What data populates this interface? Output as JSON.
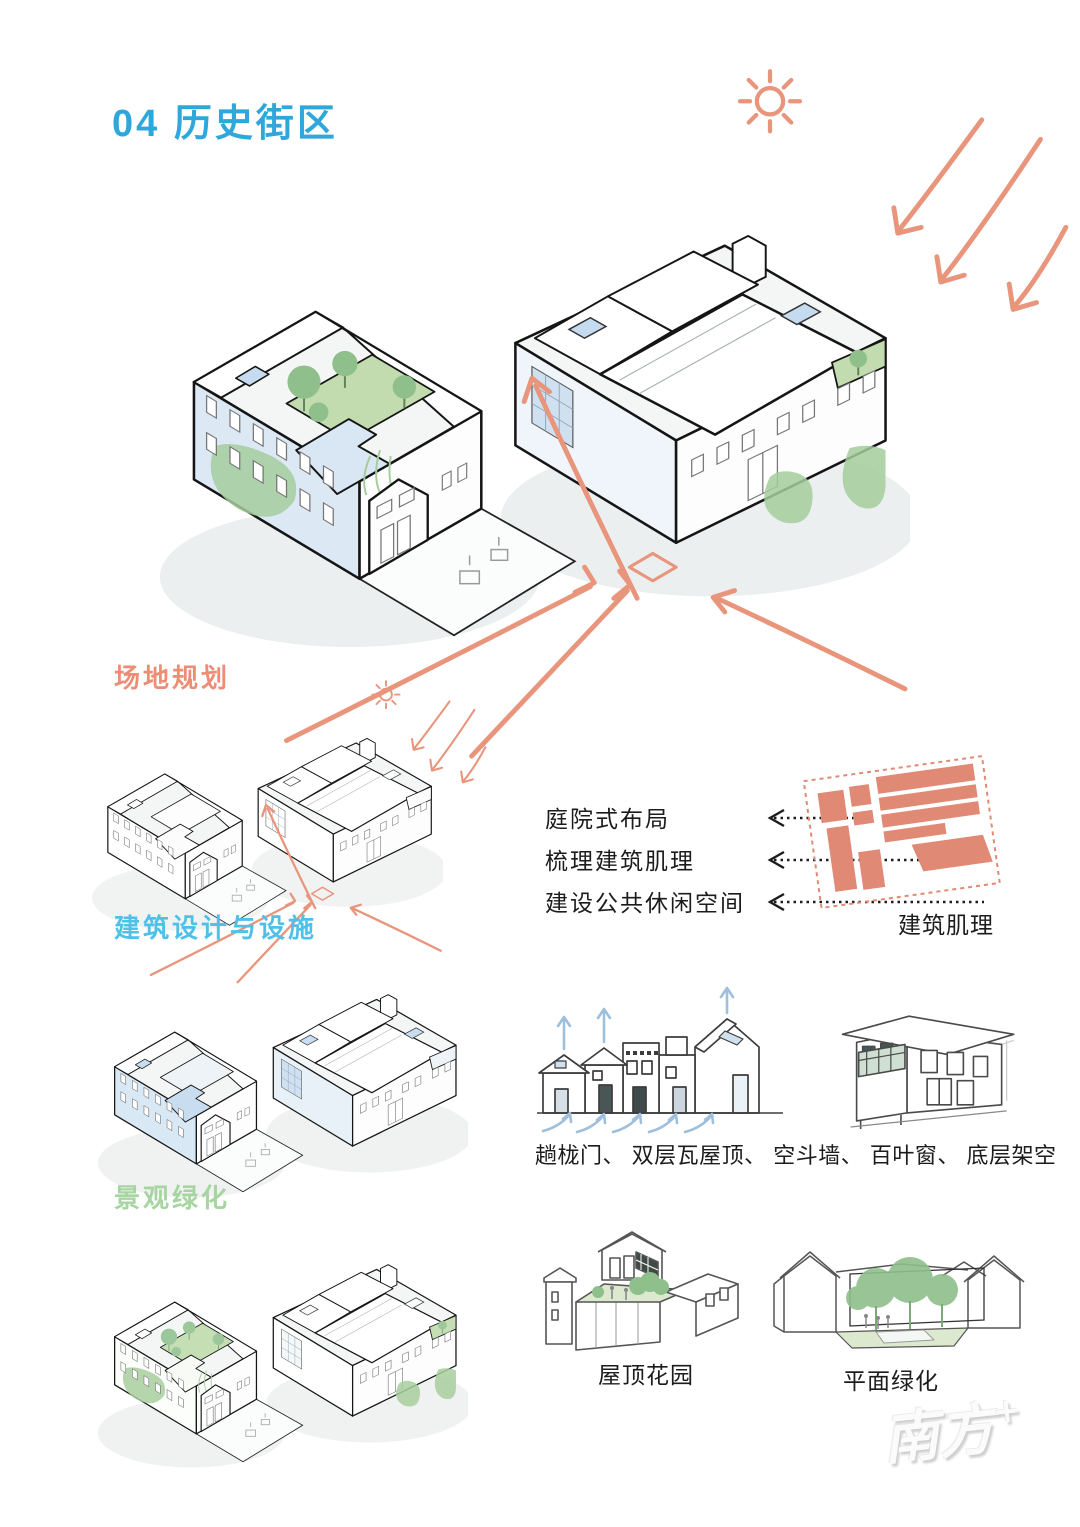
{
  "page": {
    "title": "04 历史街区",
    "watermark": "南方",
    "watermark_plus": "+"
  },
  "sections": {
    "site_planning": {
      "label": "场地规划"
    },
    "architecture": {
      "label": "建筑设计与设施",
      "caption": "趟栊门、 双层瓦屋顶、 空斗墙、 百叶窗、 底层架空"
    },
    "landscape": {
      "label": "景观绿化",
      "caption_roof_garden": "屋顶花园",
      "caption_plane_greening": "平面绿化"
    }
  },
  "annotations": {
    "items": [
      "庭院式布局",
      "梳理建筑肌理",
      "建设公共休闲空间"
    ],
    "texture_label": "建筑肌理"
  },
  "colors": {
    "title_blue": "#2EA7DB",
    "section_orange": "#EE8D75",
    "section_cyan": "#4FC0E8",
    "section_green": "#A7D5A1",
    "arrow_salmon": "#E8957C",
    "plan_salmon": "#E08974",
    "wall_blue": "#DCE9F5",
    "skylight_blue": "#C5DBEF",
    "terrace_green": "#C2DBAF",
    "tree_green": "#8FBF8B"
  }
}
